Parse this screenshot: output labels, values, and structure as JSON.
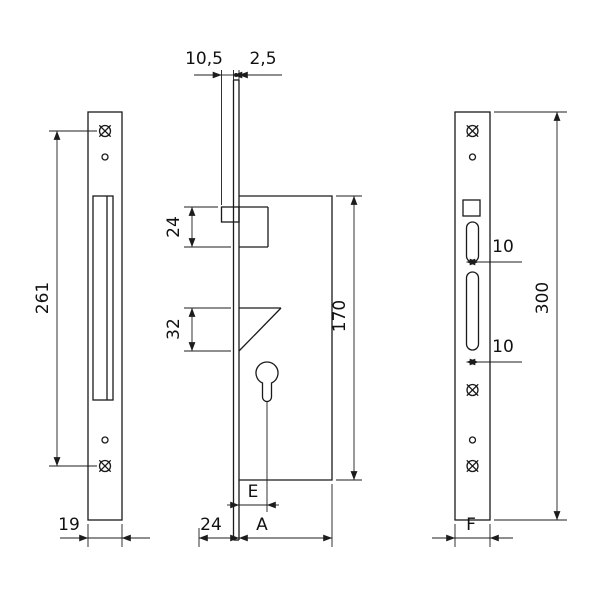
{
  "drawing": {
    "kind": "technical-dimension-drawing",
    "subject": "narrow-stile mortise lock with faceplate and strike plate",
    "views": [
      "faceplate-front-view",
      "lock-body-side-view",
      "strike-plate-front-view"
    ],
    "line_color": "#1a1a1a",
    "background_color": "#ffffff"
  },
  "left_view": {
    "height": "261",
    "width": "19"
  },
  "middle_view": {
    "top_offset": "10,5",
    "plate_thickness": "2,5",
    "latch_height": "24",
    "hook_height": "32",
    "case_height": "170",
    "backset_label": "E",
    "bottom_offset": "24",
    "depth_label": "A"
  },
  "right_view": {
    "slot_top": "10",
    "slot_bottom": "10",
    "height": "300",
    "width_label": "F"
  }
}
